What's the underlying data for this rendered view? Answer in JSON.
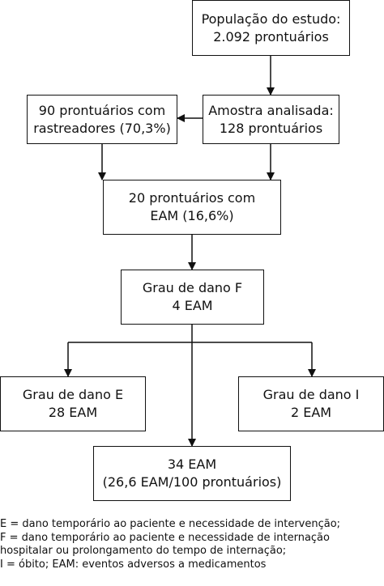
{
  "boxes": {
    "population": {
      "line1": "População do estudo:",
      "line2": "2.092 prontuários"
    },
    "sample": {
      "line1": "Amostra analisada:",
      "line2": "128 prontuários"
    },
    "trackers": {
      "line1": "90 prontuários com",
      "line2": "rastreadores (70,3%)"
    },
    "eam": {
      "line1": "20 prontuários com",
      "line2": "EAM (16,6%)"
    },
    "grade_f": {
      "line1": "Grau de dano F",
      "line2": "4 EAM"
    },
    "grade_e": {
      "line1": "Grau de dano E",
      "line2": "28 EAM"
    },
    "grade_i": {
      "line1": "Grau de dano I",
      "line2": "2 EAM"
    },
    "total": {
      "line1": "34 EAM",
      "line2": "(26,6 EAM/100 prontuários)"
    }
  },
  "legend": [
    "E = dano temporário ao paciente e necessidade de intervenção;",
    "F = dano temporário ao paciente e necessidade de internação",
    "hospitalar ou prolongamento do tempo de internação;",
    "I = óbito; EAM: eventos adversos a medicamentos"
  ]
}
